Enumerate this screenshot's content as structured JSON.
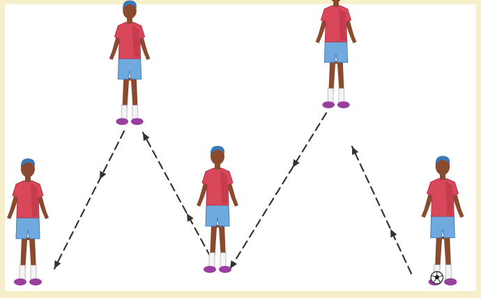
{
  "diagram": {
    "background_color": "#f7efc9",
    "paper_color": "#ffffff",
    "arrow_color": "#333333",
    "palette": {
      "shirt": "#d8485a",
      "shirt_shade": "#b02f43",
      "shorts": "#6fa9de",
      "shorts_shade": "#3f7fbf",
      "skin": "#8a4a2e",
      "hair": "#3a78b8",
      "socks": "#f4f4f4",
      "shoes": "#9a3f9e"
    },
    "players": [
      {
        "name": "player-bottom-left",
        "has_ball": false
      },
      {
        "name": "player-top-left",
        "has_ball": false
      },
      {
        "name": "player-bottom-middle",
        "has_ball": false
      },
      {
        "name": "player-top-right",
        "has_ball": false
      },
      {
        "name": "player-bottom-right-with-ball",
        "has_ball": true
      }
    ],
    "passes": [
      {
        "name": "pass-arrow-1",
        "from": "player-bottom-right-with-ball",
        "to": "player-top-right"
      },
      {
        "name": "pass-arrow-2",
        "from": "player-top-right",
        "to": "player-bottom-middle"
      },
      {
        "name": "pass-arrow-3",
        "from": "player-bottom-middle",
        "to": "player-top-left"
      },
      {
        "name": "pass-arrow-4",
        "from": "player-top-left",
        "to": "player-bottom-left"
      }
    ]
  }
}
